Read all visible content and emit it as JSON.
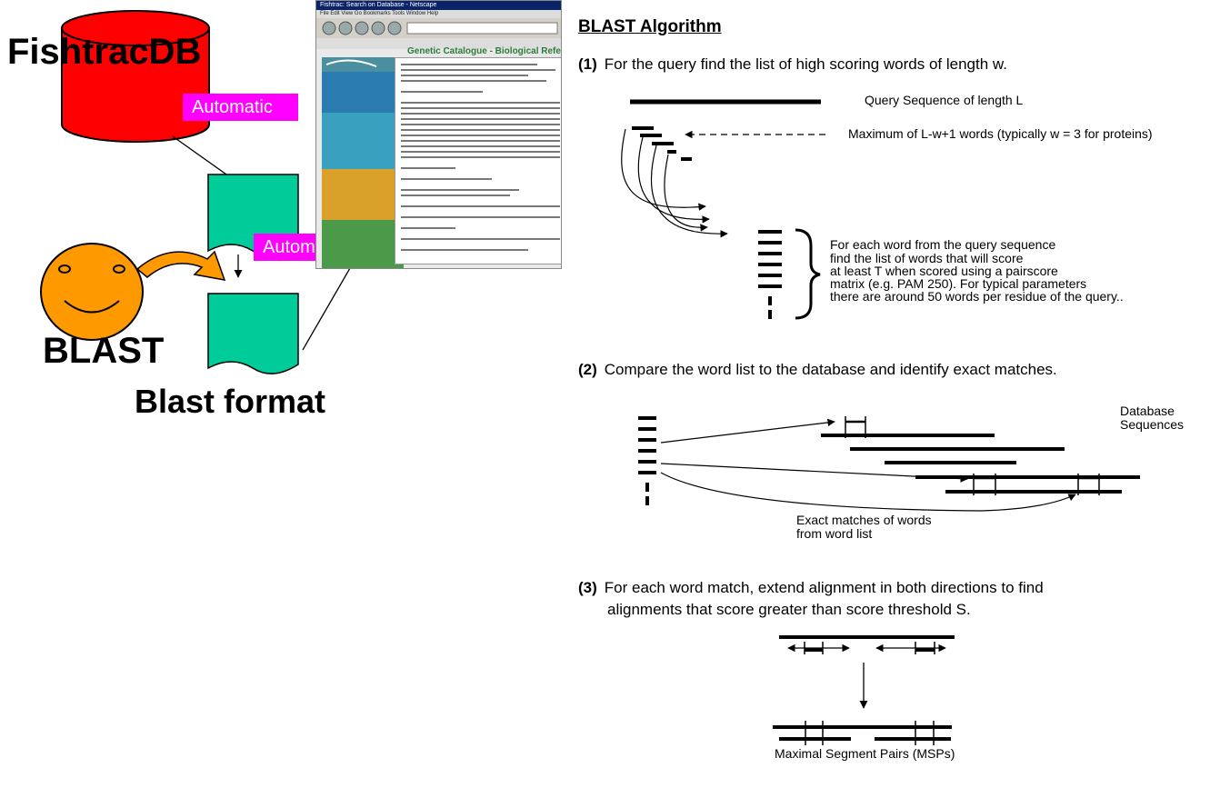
{
  "left_panel": {
    "db_label": "FishtracDB",
    "automatic_1": "Automatic",
    "automatic_2": "Automatic",
    "blast_label": "BLAST",
    "blast_format_label": "Blast format"
  },
  "screenshot": {
    "title_bar": "Fishtrac: Search on Database - Netscape",
    "menu": "File  Edit  View  Go  Bookmarks  Tools  Window  Help",
    "banner": "Genetic Catalogue - Biological Reference"
  },
  "algorithm": {
    "title_word1": "BLAST",
    "title_word2": "Algorithm",
    "step1_num": "(1)",
    "step1_text": "For the query find the list of high scoring words of length w.",
    "query_label": "Query Sequence of length L",
    "max_words_label": "Maximum of L-w+1  words  (typically w = 3 for proteins)",
    "word_list_lines": [
      "For each word from the query sequence",
      "find the list of words that will score",
      "at least T when scored using a pairscore",
      "matrix (e.g. PAM 250).  For typical parameters",
      "there are around 50 words per residue of the query.."
    ],
    "step2_num": "(2)",
    "step2_text": "Compare the word list to the database and identify exact matches.",
    "database_label_1": "Database",
    "database_label_2": "Sequences",
    "exact_matches_1": "Exact matches of words",
    "exact_matches_2": "from word list",
    "step3_num": "(3)",
    "step3_line1": "For each word match, extend alignment in both directions to find",
    "step3_line2": "alignments that score greater than score threshold S.",
    "msp_label": "Maximal Segment Pairs (MSPs)"
  },
  "colors": {
    "db_red": "#ff0000",
    "doc_teal": "#00cc99",
    "face_orange": "#ff9900",
    "label_magenta": "#ff00ff"
  }
}
